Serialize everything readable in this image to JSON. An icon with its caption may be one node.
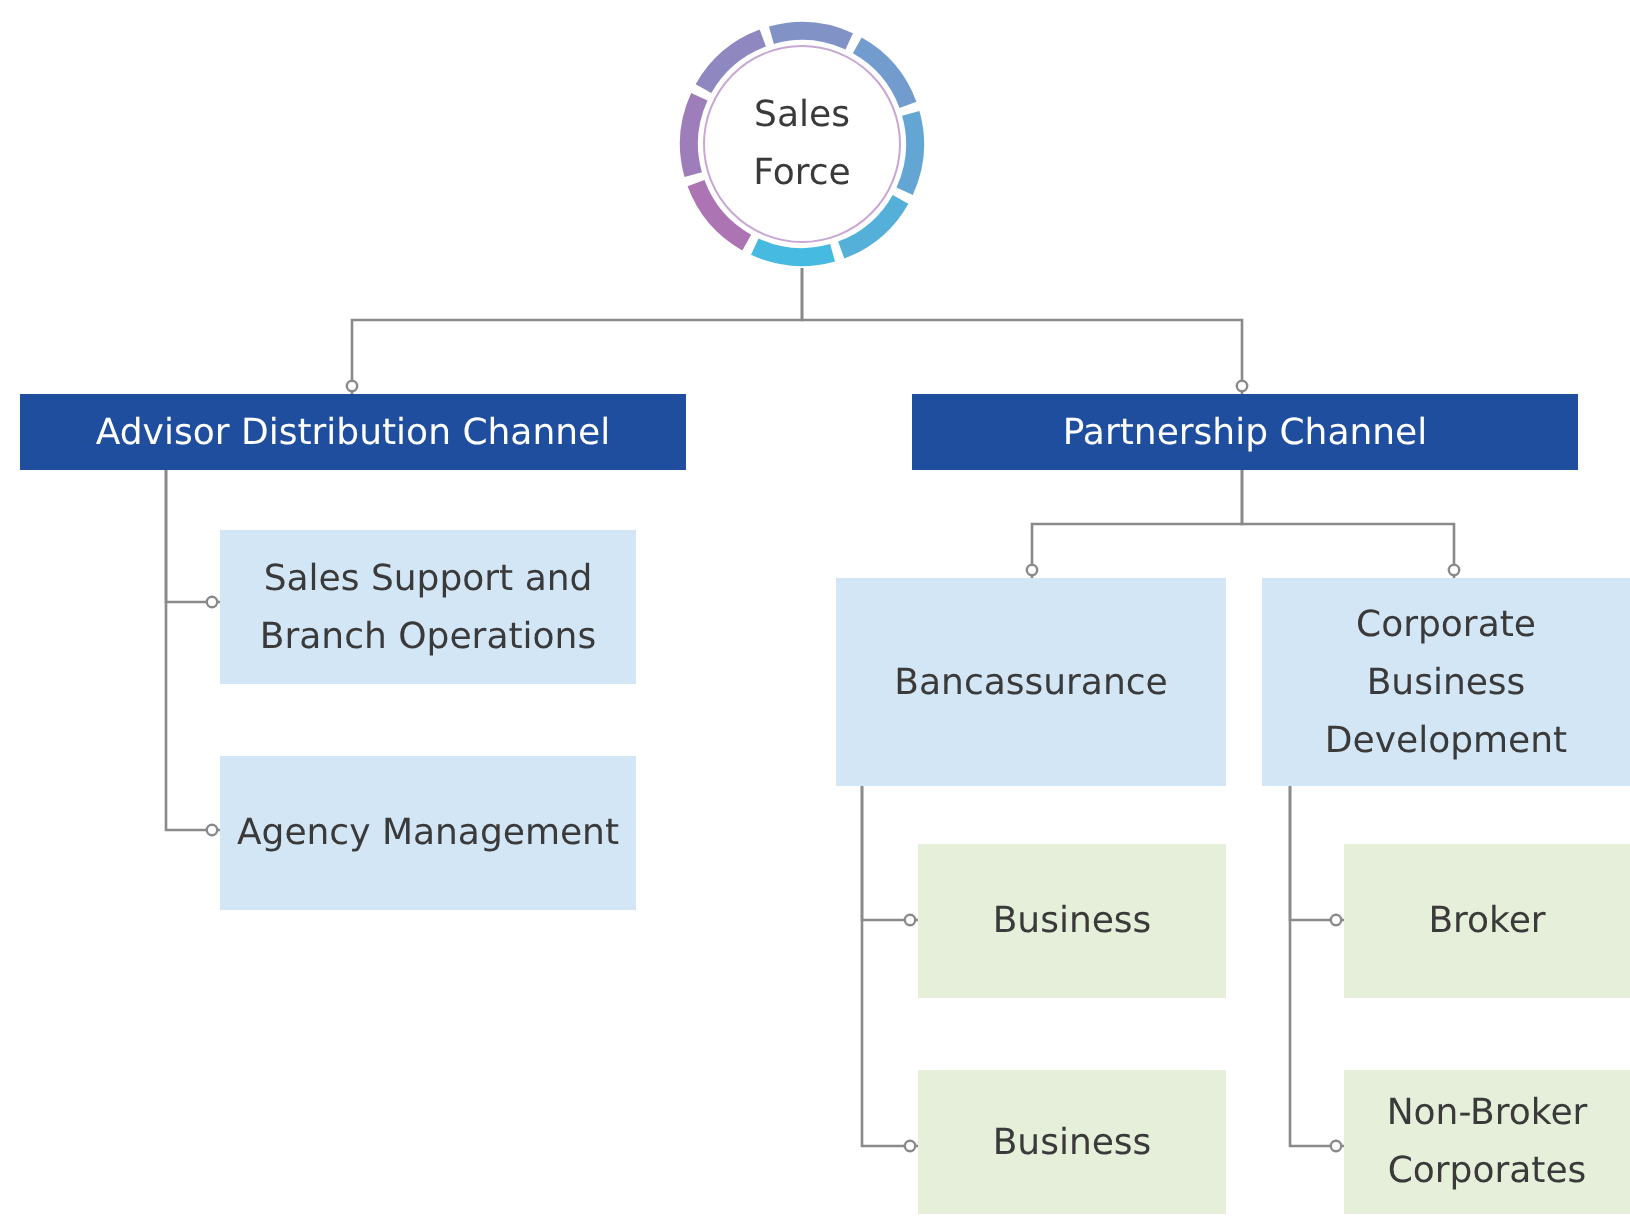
{
  "diagram": {
    "nodes": [
      {
        "text": [
          "Sales Force"
        ]
      },
      {
        "text": [
          "Advisor Distribution Channel"
        ]
      },
      {
        "text": [
          "Sales Support and Branch Operations"
        ]
      },
      {
        "text": [
          "Agency Management"
        ]
      },
      {
        "text": [
          "Partnership Channel"
        ]
      },
      {
        "text": [
          "Bancassurance"
        ]
      },
      {
        "text": [
          "Corporate Business Development"
        ]
      },
      {
        "text": [
          "Business"
        ]
      },
      {
        "text": [
          "Business"
        ]
      },
      {
        "text": [
          "Broker"
        ]
      },
      {
        "text": [
          "Non-Broker Corporates"
        ]
      }
    ],
    "edges": [
      {
        "from": 0,
        "to": 1,
        "arrow": "other"
      },
      {
        "from": 0,
        "to": 4,
        "arrow": "other"
      },
      {
        "from": 1,
        "to": 2,
        "arrow": "other"
      },
      {
        "from": 1,
        "to": 3,
        "arrow": "other"
      },
      {
        "from": 4,
        "to": 5,
        "arrow": "other"
      },
      {
        "from": 4,
        "to": 6,
        "arrow": "other"
      },
      {
        "from": 5,
        "to": 7,
        "arrow": "other"
      },
      {
        "from": 5,
        "to": 8,
        "arrow": "other"
      },
      {
        "from": 6,
        "to": 9,
        "arrow": "other"
      },
      {
        "from": 6,
        "to": 10,
        "arrow": "other"
      }
    ]
  }
}
